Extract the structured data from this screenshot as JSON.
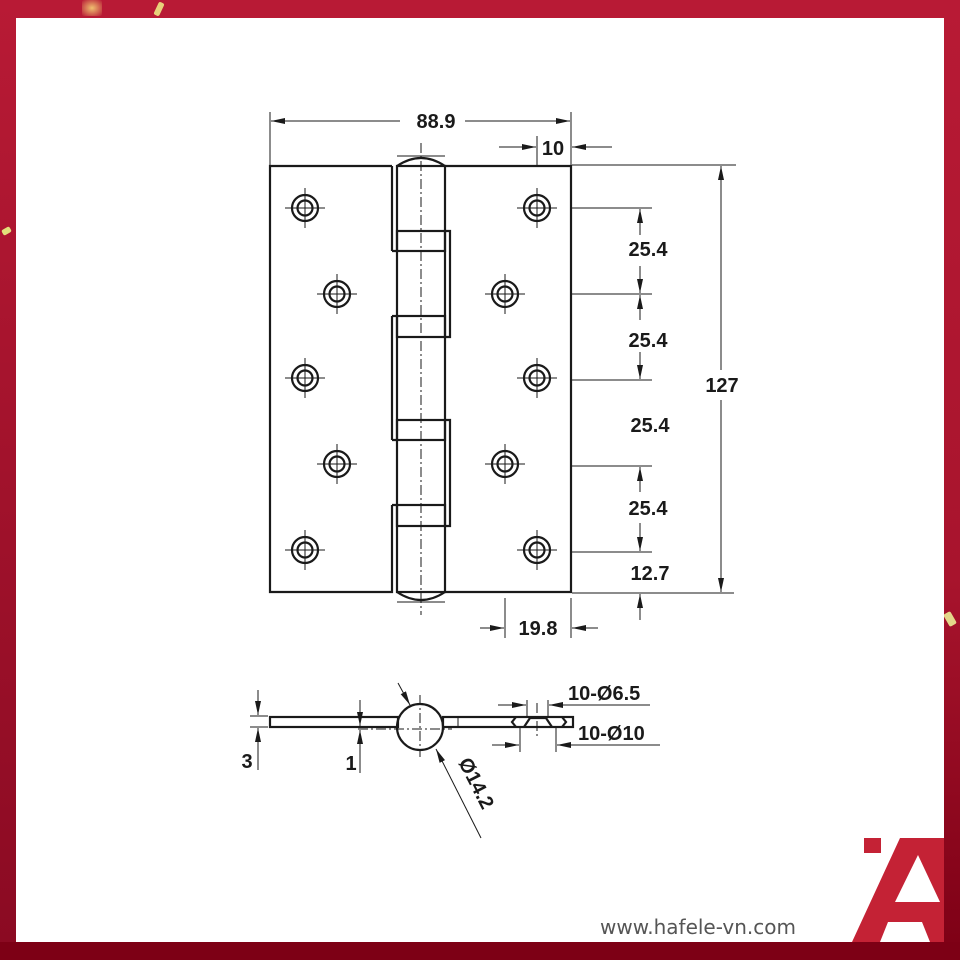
{
  "colors": {
    "frame": "#b81a35",
    "frame_dark": "#7d0015",
    "logo": "#c42235",
    "line": "#1a1a1a",
    "url": "#555555"
  },
  "front_view": {
    "overall_width": "88.9",
    "knuckle_offset": "10",
    "overall_height": "127",
    "hole_spacing": [
      "25.4",
      "25.4",
      "25.4",
      "25.4"
    ],
    "bottom_margin": "12.7",
    "hole_to_edge": "19.8",
    "screw_holes_per_leaf": 5
  },
  "side_view": {
    "leaf_thickness": "3",
    "gap": "1",
    "knuckle_diameter": "Ø14.2",
    "hole_inner": "10-Ø6.5",
    "hole_outer": "10-Ø10"
  },
  "footer": {
    "website": "www.hafele-vn.com",
    "logo_icon": "hafele-a-logo"
  }
}
